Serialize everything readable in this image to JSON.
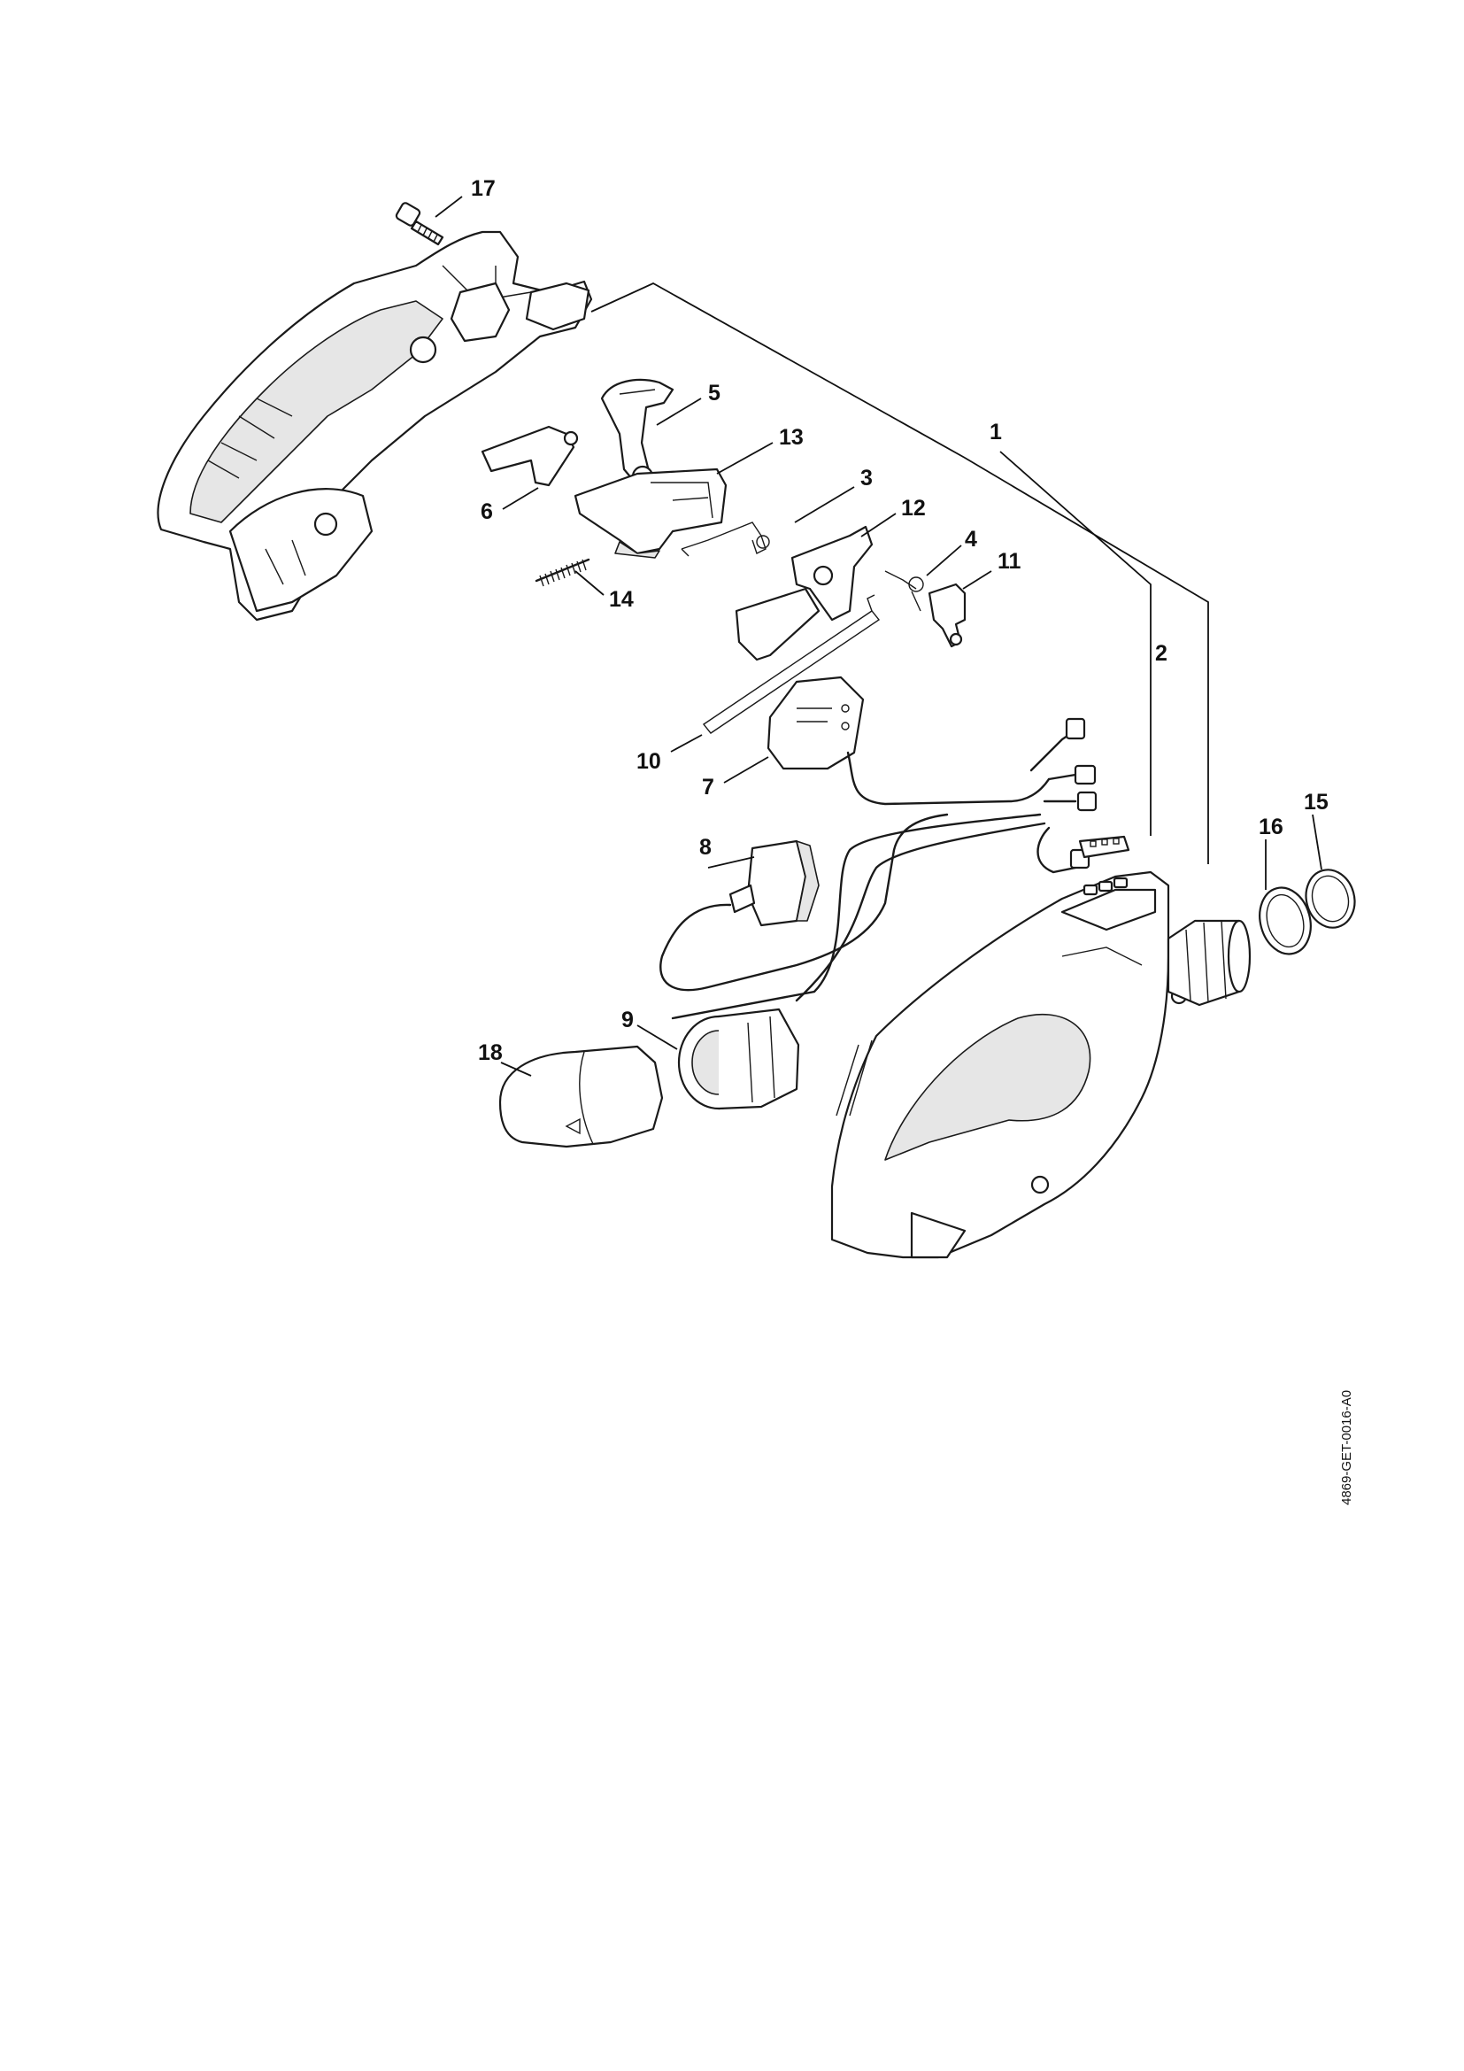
{
  "callouts": [
    "1",
    "2",
    "3",
    "4",
    "5",
    "6",
    "7",
    "8",
    "9",
    "10",
    "11",
    "12",
    "13",
    "14",
    "15",
    "16",
    "17",
    "18"
  ],
  "drawing_id": "4869-GET-0016-A0"
}
